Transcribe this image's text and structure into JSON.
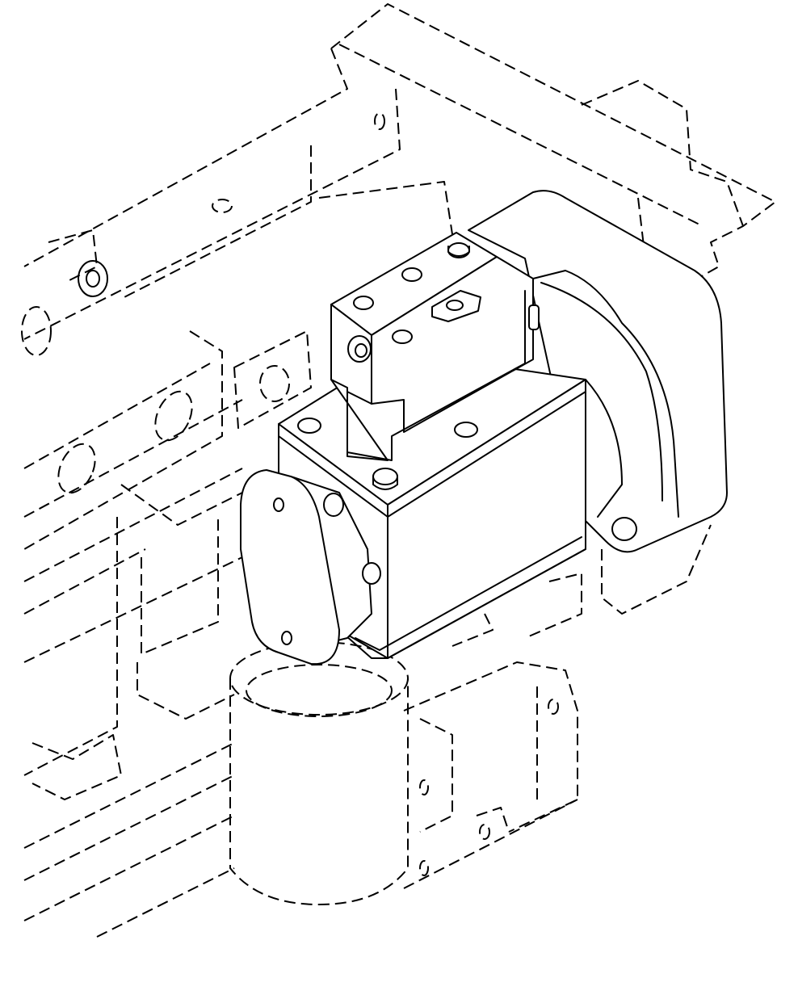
{
  "drawing": {
    "style": "isometric line illustration",
    "colors": {
      "line": "#000000",
      "background": "#ffffff"
    },
    "parts": [
      "engine-block-phantom",
      "oil-filter-phantom",
      "pump-housing",
      "pump-top-block",
      "mounting-flange",
      "end-cover",
      "bolts"
    ]
  }
}
